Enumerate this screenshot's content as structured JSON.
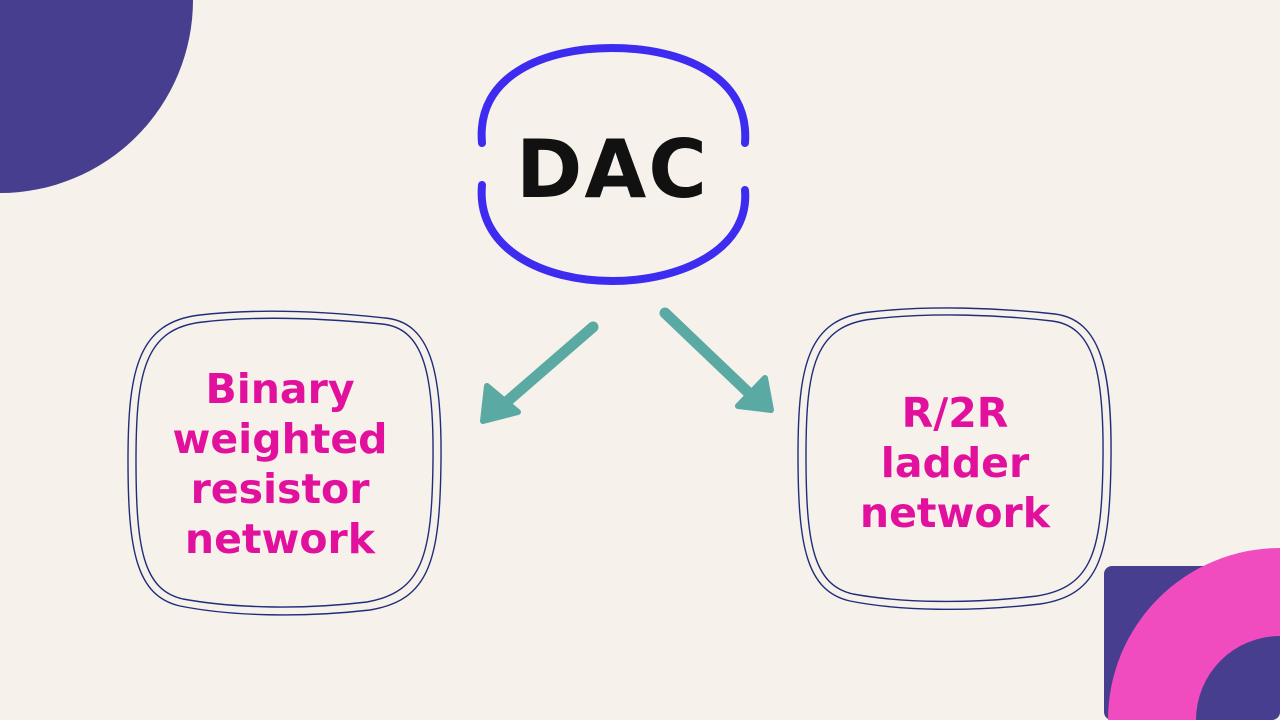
{
  "colors": {
    "background": "#f6f1ea",
    "root_outline": "#3d2cf0",
    "child_outline": "#1f2d7a",
    "arrow": "#5aa9a3",
    "child_text": "#e2119d",
    "root_text": "#111111",
    "decor_purple": "#473e8f",
    "decor_pink": "#f04cc0"
  },
  "root": {
    "label": "DAC"
  },
  "children": [
    {
      "lines": [
        "Binary",
        "weighted",
        "resistor",
        "network"
      ]
    },
    {
      "lines": [
        "R/2R",
        "ladder",
        "network"
      ]
    }
  ]
}
